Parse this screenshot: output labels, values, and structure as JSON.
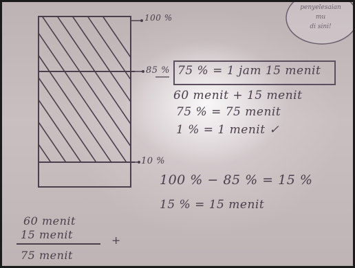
{
  "bar_labels": {
    "top": "100 %",
    "mid": "85 %",
    "low": "10 %"
  },
  "stamp": {
    "lines": [
      "penyelesaian",
      "mu",
      "di sini!"
    ]
  },
  "work": {
    "boxed": "75 % = 1 jam  15 menit",
    "line1": "60 menit + 15 menit",
    "line2": "75 %  = 75 menit",
    "line3": "1 %   = 1 menit ✓",
    "line4": "100 %  −  85 %  =  15 %",
    "line5": "15 %  = 15 menit"
  },
  "fraction": {
    "top": "60 menit",
    "middle": "15 menit",
    "bottom": "75  menit",
    "operator": "+"
  },
  "colors": {
    "ink": "#4a3f4a",
    "paper": "#c9bfc1"
  }
}
